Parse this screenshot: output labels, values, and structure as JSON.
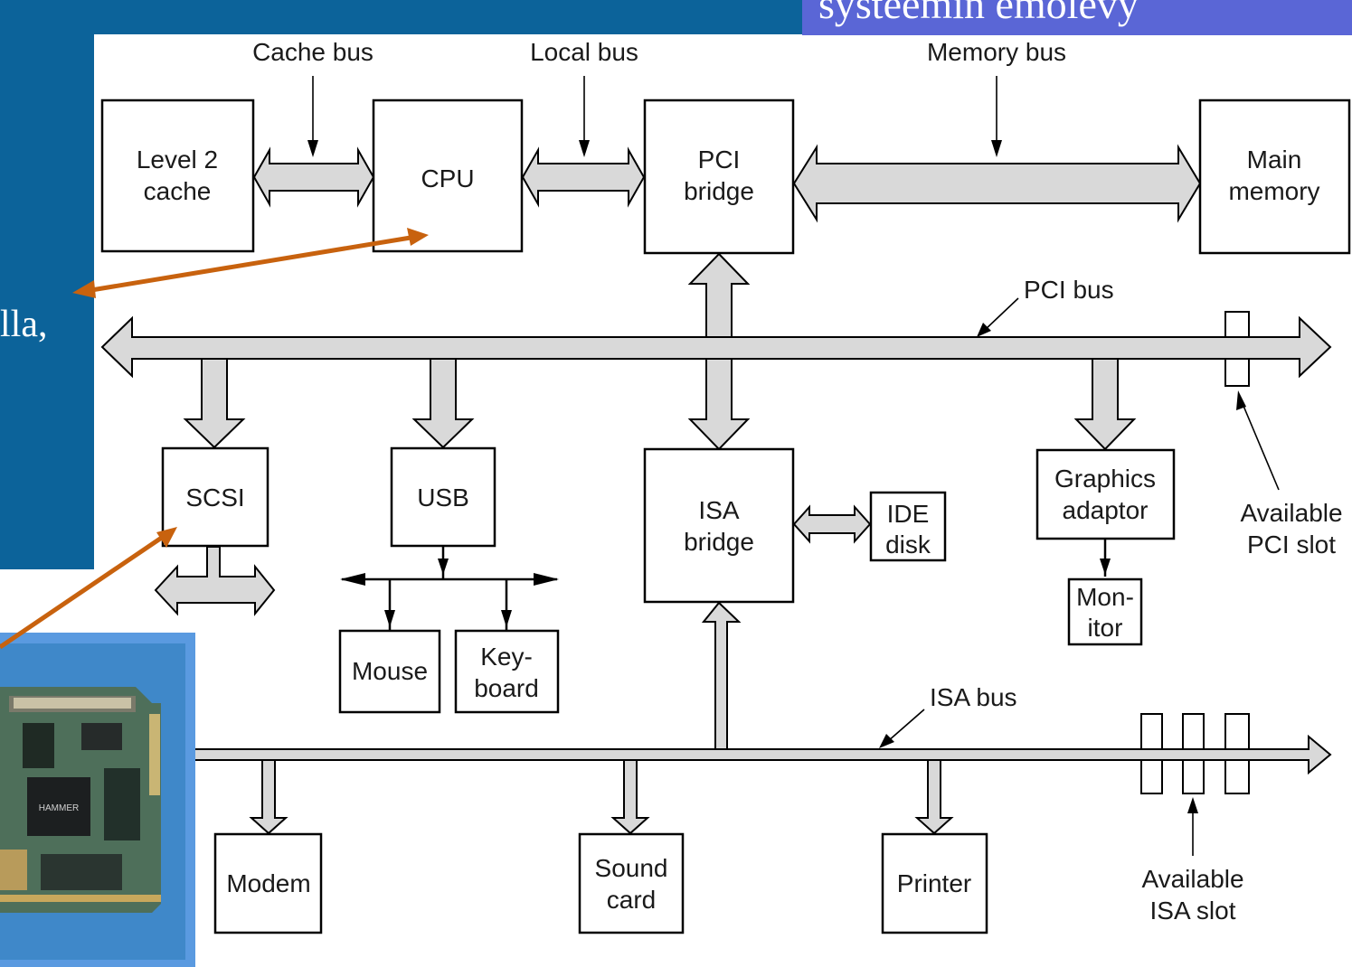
{
  "slide": {
    "title_fragment": "systeemin emolevy",
    "side_text": "lla,",
    "accent_colors": {
      "slide_bg": "#0c639a",
      "title_box": "#5a66d6",
      "photo_frame": "#5a9ae0",
      "callout_arrow": "#c8620e"
    }
  },
  "diagram": {
    "labels": {
      "cache_bus": "Cache bus",
      "local_bus": "Local bus",
      "memory_bus": "Memory bus",
      "pci_bus": "PCI bus",
      "isa_bus": "ISA bus",
      "available_pci_slot": [
        "Available",
        "PCI slot"
      ],
      "available_isa_slot": [
        "Available",
        "ISA slot"
      ]
    },
    "components": {
      "level2_cache": [
        "Level 2",
        "cache"
      ],
      "cpu": [
        "CPU"
      ],
      "pci_bridge": [
        "PCI",
        "bridge"
      ],
      "main_memory": [
        "Main",
        "memory"
      ],
      "scsi": [
        "SCSI"
      ],
      "usb": [
        "USB"
      ],
      "isa_bridge": [
        "ISA",
        "bridge"
      ],
      "ide_disk": [
        "IDE",
        "disk"
      ],
      "graphics_adaptor": [
        "Graphics",
        "adaptor"
      ],
      "monitor": [
        "Mon-",
        "itor"
      ],
      "mouse": [
        "Mouse"
      ],
      "keyboard": [
        "Key-",
        "board"
      ],
      "modem": [
        "Modem"
      ],
      "sound_card": [
        "Sound",
        "card"
      ],
      "printer": [
        "Printer"
      ]
    }
  },
  "photo": {
    "chip_text": "HAMMER"
  }
}
